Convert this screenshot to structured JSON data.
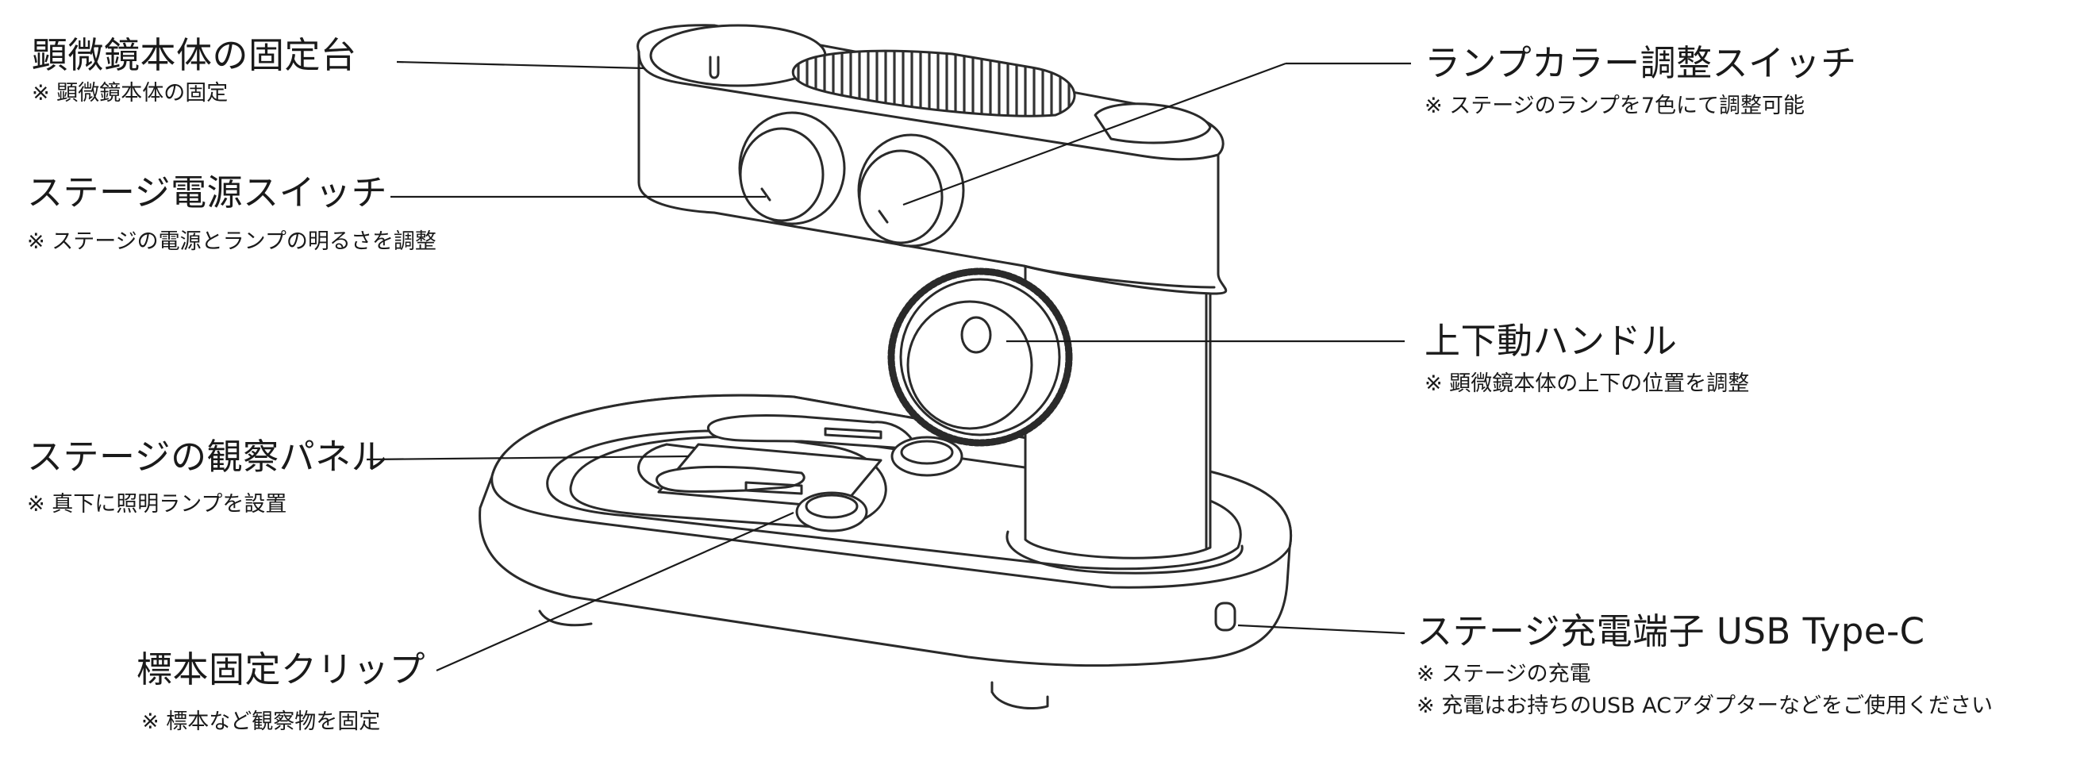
{
  "labels": {
    "stand": {
      "title": "顕微鏡本体の固定台",
      "note": "※ 顕微鏡本体の固定"
    },
    "power_switch": {
      "title": "ステージ電源スイッチ",
      "note": "※ ステージの電源とランプの明るさを調整"
    },
    "observation_panel": {
      "title": "ステージの観察パネル",
      "note": "※ 真下に照明ランプを設置"
    },
    "specimen_clip": {
      "title": "標本固定クリップ",
      "note": "※ 標本など観察物を固定"
    },
    "lamp_color_switch": {
      "title": "ランプカラー調整スイッチ",
      "note": "※ ステージのランプを7色にて調整可能"
    },
    "focus_handle": {
      "title": "上下動ハンドル",
      "note": "※ 顕微鏡本体の上下の位置を調整"
    },
    "charging_port": {
      "title": "ステージ充電端子 USB Type-C",
      "note": "※ ステージの充電",
      "note2": "※ 充電はお持ちのUSB ACアダプターなどをご使用ください"
    }
  }
}
